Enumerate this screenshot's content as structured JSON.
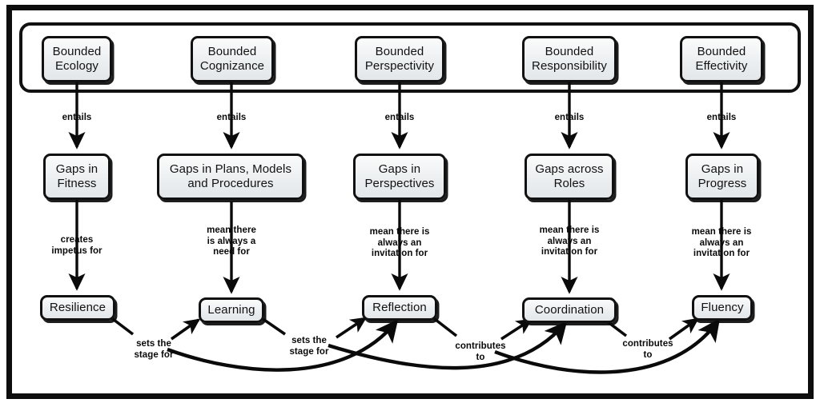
{
  "diagram": {
    "title": "Bounded Ecology / Gaps / Capabilities concept map",
    "type": "concept-map",
    "colors": {
      "frame": "#0d0d0d",
      "node_border": "#111111",
      "node_fill": "#eceff1",
      "edge": "#0a0a0a",
      "text": "#121212",
      "background": "#ffffff"
    },
    "container_label": ""
  },
  "columns": [
    {
      "id": "ecology",
      "bounded": "Bounded\nEcology",
      "entails_label": "entails",
      "gap": "Gaps in\nFitness",
      "gap_link_label": "creates\nimpetus for",
      "capability": "Resilience"
    },
    {
      "id": "cognizance",
      "bounded": "Bounded\nCognizance",
      "entails_label": "entails",
      "gap": "Gaps in Plans, Models\nand Procedures",
      "gap_link_label": "mean there\nis always a\nneed for",
      "capability": "Learning"
    },
    {
      "id": "perspectivity",
      "bounded": "Bounded\nPerspectivity",
      "entails_label": "entails",
      "gap": "Gaps in\nPerspectives",
      "gap_link_label": "mean there is\nalways an\ninvitation for",
      "capability": "Reflection"
    },
    {
      "id": "responsibility",
      "bounded": "Bounded\nResponsibility",
      "entails_label": "entails",
      "gap": "Gaps across\nRoles",
      "gap_link_label": "mean there is\nalways an\ninvitation for",
      "capability": "Coordination"
    },
    {
      "id": "effectivity",
      "bounded": "Bounded\nEffectivity",
      "entails_label": "entails",
      "gap": "Gaps in\nProgress",
      "gap_link_label": "mean there is\nalways an\ninvitation for",
      "capability": "Fluency"
    }
  ],
  "bottom_links": [
    {
      "id": "resilience-to-learning",
      "label": "sets the\nstage for",
      "from": "Resilience",
      "to": "Learning"
    },
    {
      "id": "learning-to-reflection",
      "label": "sets the\nstage for",
      "from": "Learning",
      "to": "Reflection"
    },
    {
      "id": "reflection-to-coordination",
      "label": "contributes\nto",
      "from": "Reflection",
      "to": "Coordination"
    },
    {
      "id": "coordination-to-fluency",
      "label": "contributes\nto",
      "from": "Coordination",
      "to": "Fluency"
    },
    {
      "id": "resilience-to-reflection-long",
      "label": "",
      "from": "Resilience",
      "to": "Reflection"
    },
    {
      "id": "learning-to-coordination-long",
      "label": "",
      "from": "Learning",
      "to": "Coordination"
    },
    {
      "id": "reflection-to-fluency-long",
      "label": "",
      "from": "Reflection",
      "to": "Fluency"
    }
  ]
}
